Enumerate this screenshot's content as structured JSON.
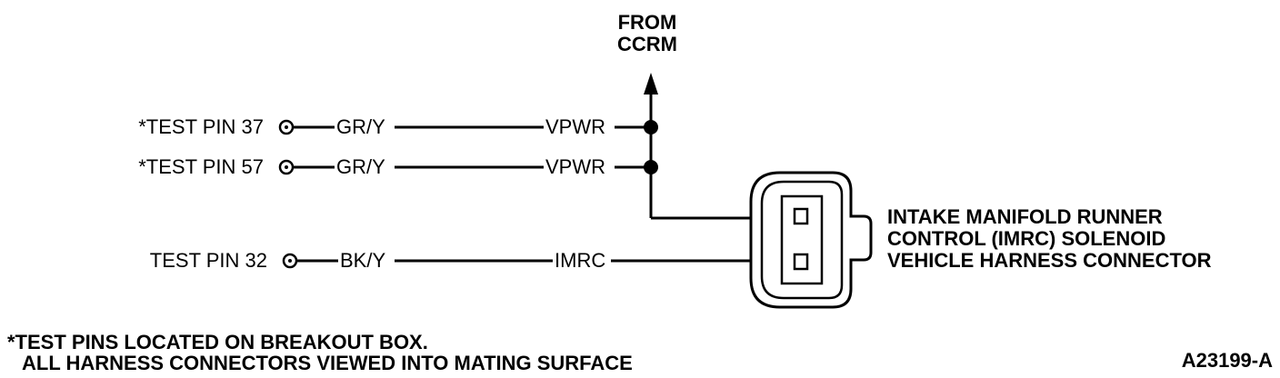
{
  "source": {
    "line1": "FROM",
    "line2": "CCRM"
  },
  "pins": [
    {
      "label": "*TEST PIN 37",
      "wire": "GR/Y",
      "circuit": "VPWR"
    },
    {
      "label": "*TEST PIN 57",
      "wire": "GR/Y",
      "circuit": "VPWR"
    },
    {
      "label": "TEST PIN 32",
      "wire": "BK/Y",
      "circuit": "IMRC"
    }
  ],
  "connector": {
    "line1": "INTAKE MANIFOLD RUNNER",
    "line2": "CONTROL (IMRC) SOLENOID",
    "line3": "VEHICLE HARNESS CONNECTOR"
  },
  "notes": {
    "line1": "*TEST PINS LOCATED ON BREAKOUT BOX.",
    "line2": "ALL HARNESS CONNECTORS VIEWED INTO MATING SURFACE"
  },
  "figure_id": "A23199-A"
}
